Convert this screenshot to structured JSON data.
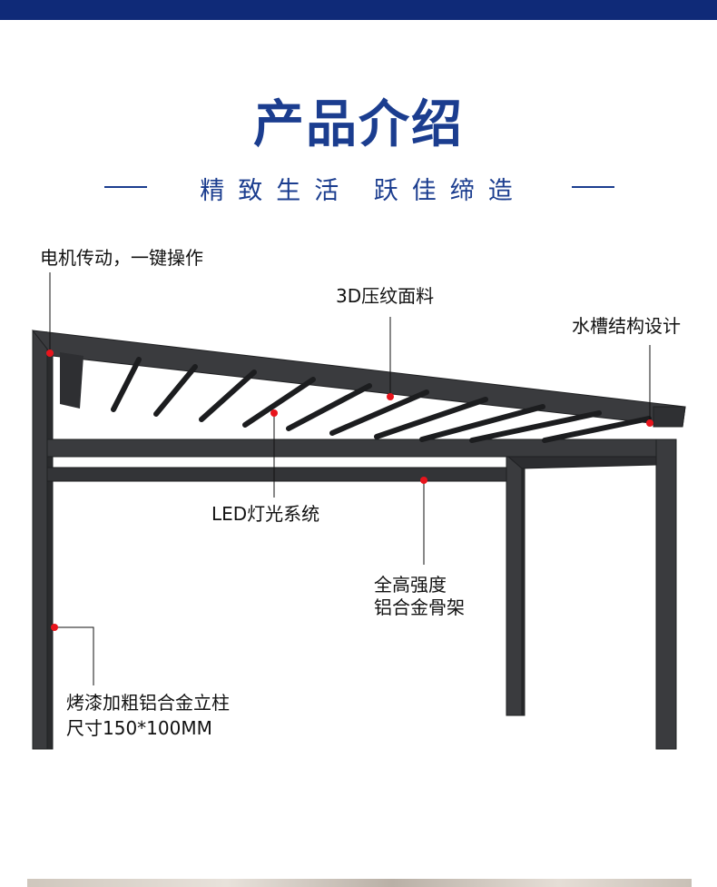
{
  "header": {
    "title": "产品介绍",
    "subtitle": "精致生活 跃佳缔造"
  },
  "callouts": {
    "motor": "电机传动，一键操作",
    "panel": "3D压纹面料",
    "gutter": "水槽结构设计",
    "led": "LED灯光系统",
    "frame_line1": "全高强度",
    "frame_line2": "铝合金骨架",
    "column_line1": "烤漆加粗铝合金立柱",
    "column_line2": "尺寸150*100MM"
  },
  "colors": {
    "brand": "#1b3d8f",
    "top_bar": "#0f2a78",
    "frame": "#3a3b3e",
    "marker": "#e8141c"
  }
}
